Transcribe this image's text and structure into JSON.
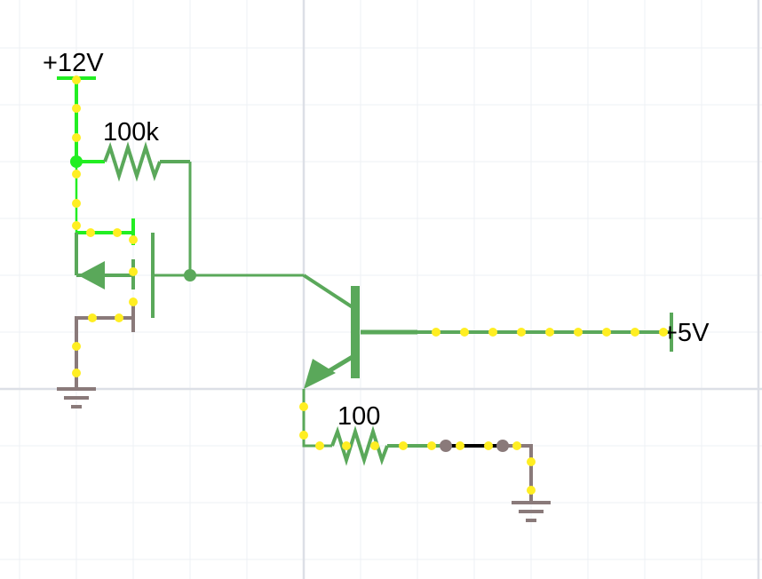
{
  "labels": {
    "v12": "+12V",
    "r1": "100k",
    "r2": "100",
    "v5": "+5V"
  },
  "colors": {
    "background": "#ffffff",
    "grid_minor": "#eef0f4",
    "grid_major": "#dcdfe6",
    "wire_active": "#22ee22",
    "wire_normal": "#5aa85a",
    "wire_ground": "#8a7a7a",
    "wire_selected": "#000000",
    "current_dot": "#ffee22"
  },
  "components": [
    "voltage-source-12v",
    "resistor-100k",
    "p-mosfet",
    "npn-transistor",
    "resistor-100",
    "voltage-source-5v",
    "ground-left",
    "ground-right"
  ]
}
